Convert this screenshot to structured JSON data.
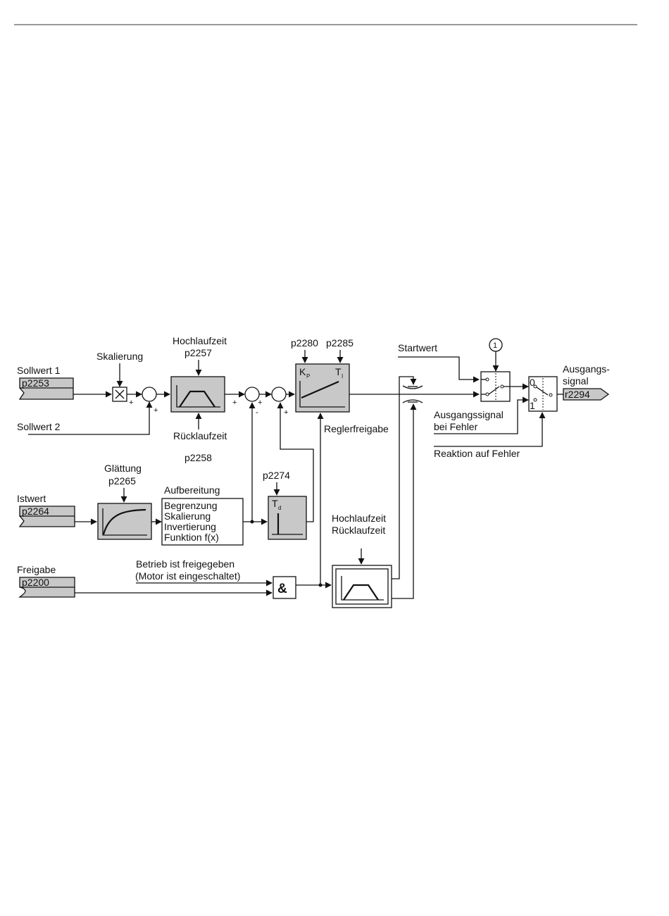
{
  "inputs": {
    "sollwert1": {
      "label": "Sollwert 1",
      "param": "p2253"
    },
    "sollwert2": {
      "label": "Sollwert 2"
    },
    "istwert": {
      "label": "Istwert",
      "param": "p2264"
    },
    "freigabe": {
      "label": "Freigabe",
      "param": "p2200"
    }
  },
  "blocks": {
    "skalierung": "Skalierung",
    "hochlaufzeit": "Hochlaufzeit",
    "hochlauf_param": "p2257",
    "ruecklaufzeit": "Rücklaufzeit",
    "ruecklauf_param": "p2258",
    "glaettung": "Glättung",
    "glaettung_param": "p2265",
    "aufbereitung": "Aufbereitung",
    "aufbereitung_items": [
      "Begrenzung",
      "Skalierung",
      "Invertierung",
      "Funktion f(x)"
    ],
    "kp_param": "p2280",
    "ti_param": "p2285",
    "kp_label": "K",
    "kp_sub": "P",
    "ti_label": "T",
    "ti_sub": "I",
    "td_param": "p2274",
    "td_label": "T",
    "td_sub": "d",
    "reglerfreigabe": "Reglerfreigabe",
    "and_symbol": "&",
    "betrieb_line1": "Betrieb ist freigegeben",
    "betrieb_line2": "(Motor ist eingeschaltet)",
    "hochlauf2_line1": "Hochlaufzeit",
    "hochlauf2_line2": "Rücklaufzeit",
    "startwert": "Startwert",
    "circle_marker": "1",
    "ausgangssignal_fehler_line1": "Ausgangssignal",
    "ausgangssignal_fehler_line2": "bei Fehler",
    "reaktion_fehler": "Reaktion auf Fehler",
    "switch_0": "0",
    "switch_1": "1"
  },
  "output": {
    "label_line1": "Ausgangs-",
    "label_line2": "signal",
    "param": "r2294"
  },
  "signs": {
    "plus": "+",
    "minus": "-"
  }
}
